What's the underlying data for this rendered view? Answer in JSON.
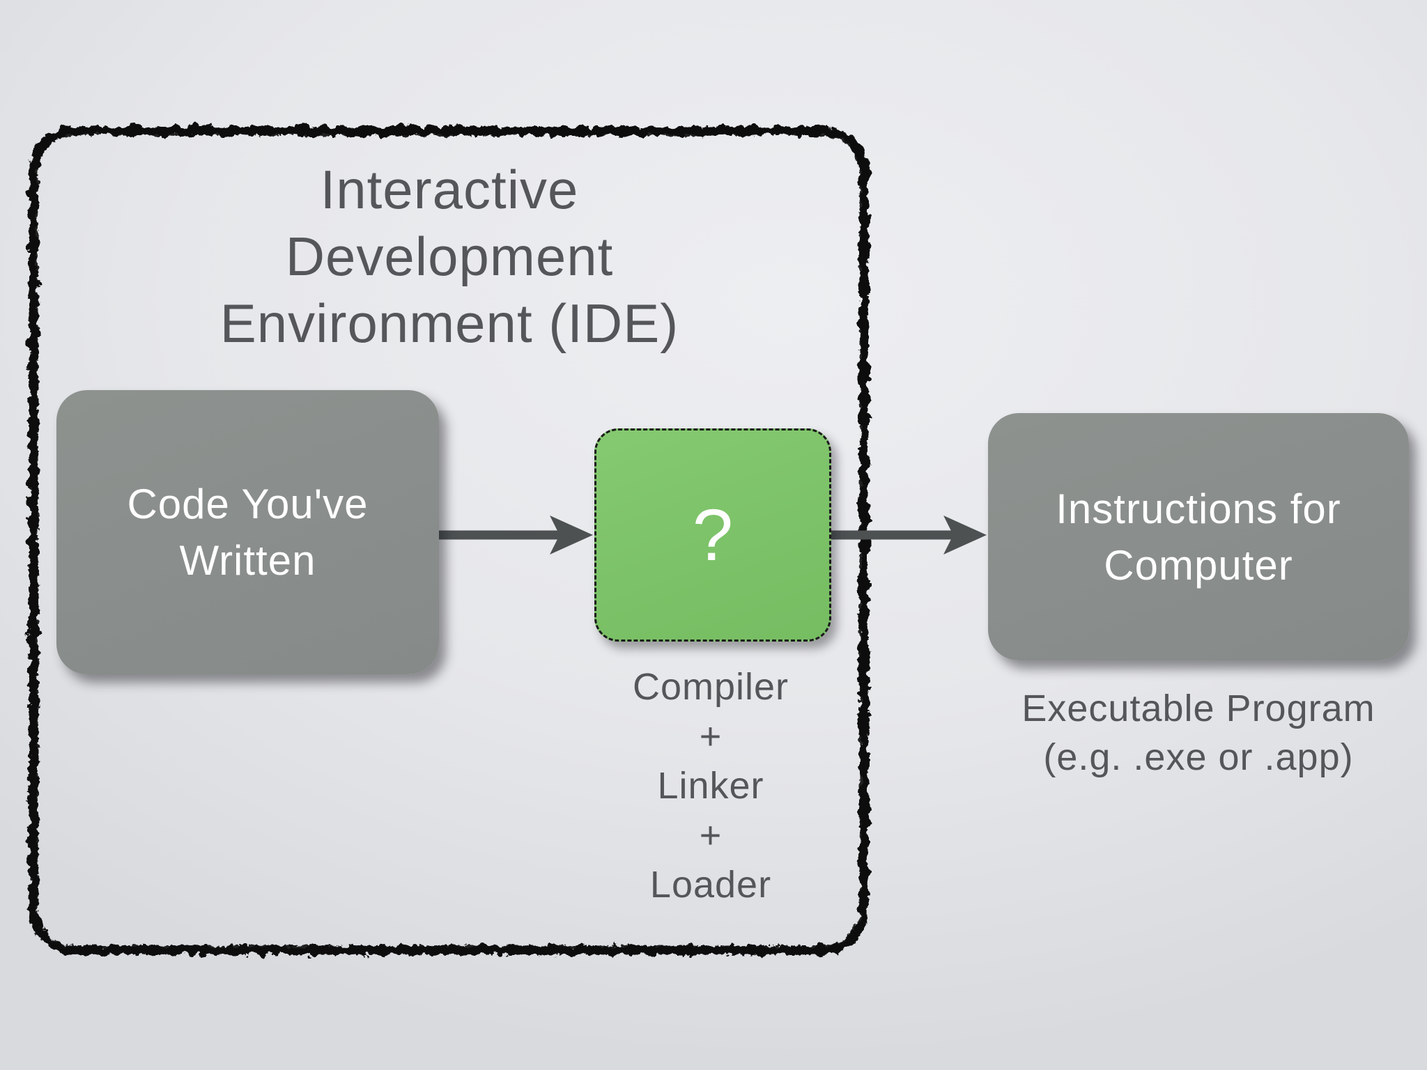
{
  "slide": {
    "kind": "flow-diagram",
    "ide_container": {
      "title_lines": [
        "Interactive",
        "Development",
        "Environment (IDE)"
      ]
    },
    "nodes": {
      "code": {
        "lines": [
          "Code You've",
          "Written"
        ]
      },
      "transform": {
        "label": "?",
        "caption_lines": [
          "Compiler",
          "+",
          "Linker",
          "+",
          "Loader"
        ]
      },
      "instructions": {
        "lines": [
          "Instructions for",
          "Computer"
        ],
        "caption_lines": [
          "Executable Program",
          "(e.g. .exe or .app)"
        ]
      }
    },
    "flow": [
      "Code You've Written -> ? (Compiler + Linker + Loader)",
      "? -> Instructions for Computer (Executable Program)"
    ]
  },
  "colors": {
    "background_top": "#edeef1",
    "background_mid": "#e6e7ea",
    "background_edge": "#d8dade",
    "box_gray": "#8a8e8c",
    "box_green": "#7cc268",
    "box_text": "#ffffff",
    "label_text": "#55565a",
    "arrow": "#4d5152",
    "sketch_border": "#0e0e0e",
    "dashed_border": "#1a1a1a"
  }
}
